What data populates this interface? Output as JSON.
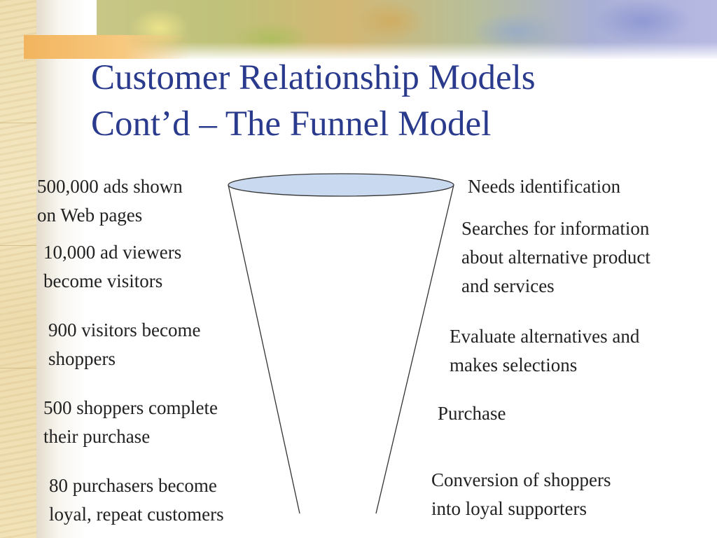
{
  "slide": {
    "title_line1": "Customer Relationship Models",
    "title_line2": "Cont’d – The Funnel Model"
  },
  "left_labels": [
    {
      "line1": "500,000 ads shown",
      "line2": "on Web pages"
    },
    {
      "line1": "10,000 ad viewers",
      "line2": "become visitors"
    },
    {
      "line1": "900 visitors become",
      "line2": "shoppers"
    },
    {
      "line1": "500 shoppers complete",
      "line2": "their purchase"
    },
    {
      "line1": "80 purchasers become",
      "line2": "loyal, repeat customers"
    }
  ],
  "right_labels": [
    {
      "line1": "Needs identification"
    },
    {
      "line1": "Searches for information",
      "line2": "about alternative product",
      "line3": "and services"
    },
    {
      "line1": "Evaluate alternatives and",
      "line2": "makes selections"
    },
    {
      "line1": "Purchase"
    },
    {
      "line1": "Conversion of shoppers",
      "line2": "into loyal supporters"
    }
  ],
  "colors": {
    "title": "#2a3a8c",
    "funnel_top_fill": "#c9daf0",
    "funnel_stroke": "#333333"
  }
}
